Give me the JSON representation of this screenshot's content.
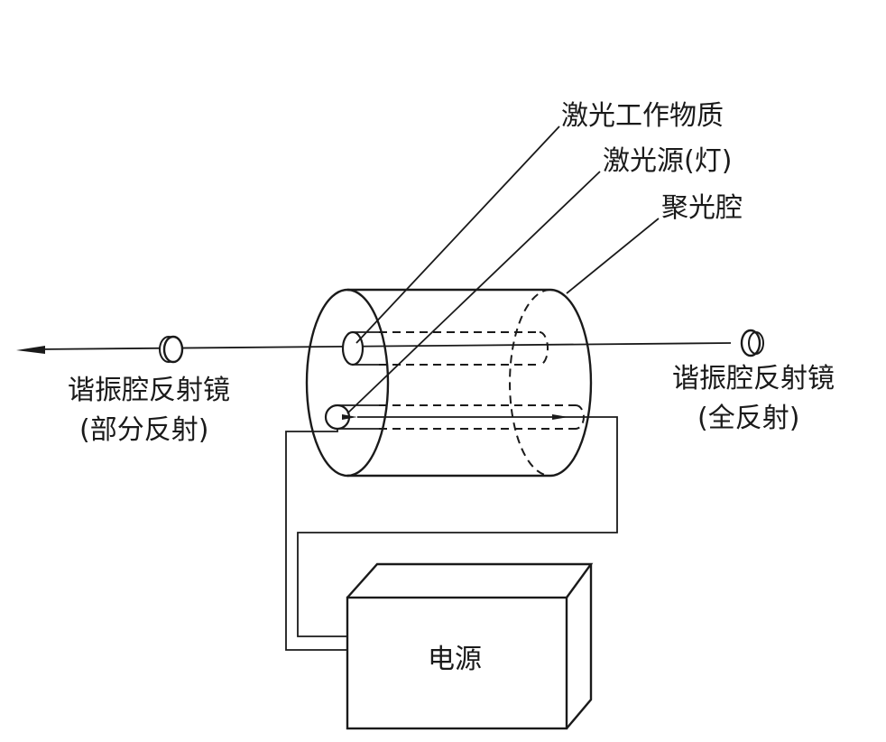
{
  "labels": {
    "gain_medium": "激光工作物质",
    "pump_lamp": "激光源(灯)",
    "reflector_cavity": "聚光腔",
    "mirror_left_name": "谐振腔反射镜",
    "mirror_left_note": "(部分反射)",
    "mirror_right_name": "谐振腔反射镜",
    "mirror_right_note": "(全反射)",
    "power_supply": "电源"
  }
}
